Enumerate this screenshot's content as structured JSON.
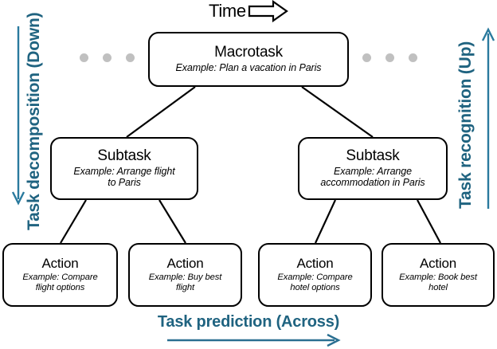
{
  "diagram": {
    "time_label": "Time",
    "axes": [
      {
        "id": "decomposition",
        "label": "Task decomposition (Down)",
        "direction": "down",
        "color": "#1f6380"
      },
      {
        "id": "recognition",
        "label": "Task recognition (Up)",
        "direction": "up",
        "color": "#1f6380"
      },
      {
        "id": "prediction",
        "label": "Task prediction (Across)",
        "direction": "right",
        "color": "#1f6380"
      }
    ],
    "levels": {
      "macrotask": {
        "title": "Macrotask",
        "example": "Example: Plan a vacation in Paris"
      },
      "subtasks": [
        {
          "title": "Subtask",
          "example_line1": "Example: Arrange flight",
          "example_line2": "to Paris"
        },
        {
          "title": "Subtask",
          "example_line1": "Example: Arrange",
          "example_line2": "accommodation in Paris"
        }
      ],
      "actions": [
        {
          "title": "Action",
          "example_line1": "Example: Compare",
          "example_line2": "flight options"
        },
        {
          "title": "Action",
          "example_line1": "Example: Buy best",
          "example_line2": "flight"
        },
        {
          "title": "Action",
          "example_line1": "Example: Compare",
          "example_line2": "hotel options"
        },
        {
          "title": "Action",
          "example_line1": "Example: Book best",
          "example_line2": "hotel"
        }
      ]
    },
    "ellipsis": {
      "left_dot_count": 3,
      "right_dot_count": 3,
      "dot_color": "#c0c0c0"
    },
    "colors": {
      "box_stroke": "#000000",
      "box_fill": "#ffffff",
      "accent_teal": "#1f6380",
      "background": "#ffffff"
    }
  }
}
